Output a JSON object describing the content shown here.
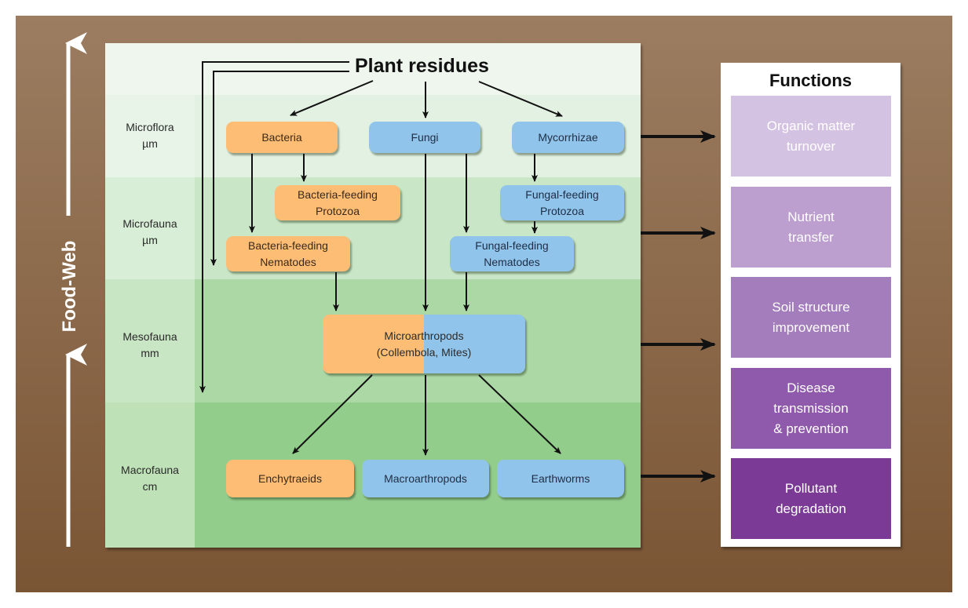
{
  "axis": {
    "label": "Food-Web",
    "direction": "up"
  },
  "source": {
    "label": "Plant residues"
  },
  "zones": [
    {
      "name": "Microflora",
      "unit": "µm"
    },
    {
      "name": "Microfauna",
      "unit": "µm"
    },
    {
      "name": "Mesofauna",
      "unit": "mm"
    },
    {
      "name": "Macrofauna",
      "unit": "cm"
    }
  ],
  "nodes": {
    "bacteria": "Bacteria",
    "fungi": "Fungi",
    "mycorrhizae": "Mycorrhizae",
    "bact_protozoa_1": "Bacteria-feeding",
    "bact_protozoa_2": "Protozoa",
    "fung_protozoa_1": "Fungal-feeding",
    "fung_protozoa_2": "Protozoa",
    "bact_nematodes_1": "Bacteria-feeding",
    "bact_nematodes_2": "Nematodes",
    "fung_nematodes_1": "Fungal-feeding",
    "fung_nematodes_2": "Nematodes",
    "microarthropods_1": "Microarthropods",
    "microarthropods_2": "(Collembola, Mites)",
    "enchytraeids": "Enchytraeids",
    "macroarthropods": "Macroarthropods",
    "earthworms": "Earthworms"
  },
  "legend_colors": {
    "bacterial_pathway": "#fdbd74",
    "fungal_pathway": "#91c4ea"
  },
  "functions": {
    "title": "Functions",
    "items": [
      {
        "line1": "Organic matter",
        "line2": "turnover",
        "line3": "",
        "color": "#d3c2e1"
      },
      {
        "line1": "Nutrient",
        "line2": "transfer",
        "line3": "",
        "color": "#bc9fcf"
      },
      {
        "line1": "Soil structure",
        "line2": "improvement",
        "line3": "",
        "color": "#a47dbd"
      },
      {
        "line1": "Disease",
        "line2": "transmission",
        "line3": "& prevention",
        "color": "#8f5aab"
      },
      {
        "line1": "Pollutant",
        "line2": "degradation",
        "line3": "",
        "color": "#7a3a96"
      }
    ]
  }
}
